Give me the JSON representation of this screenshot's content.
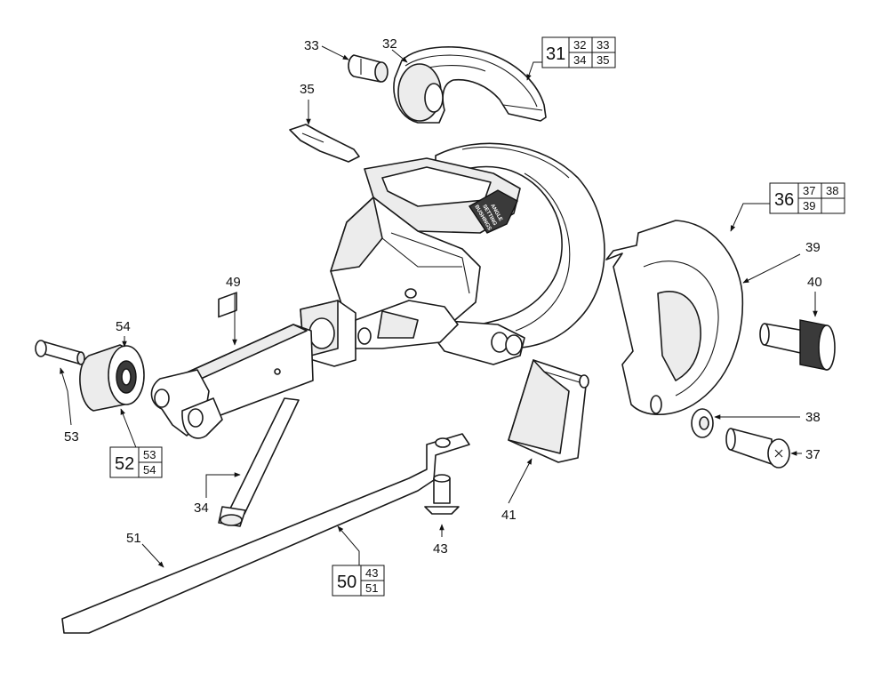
{
  "callouts": {
    "c32": "32",
    "c33": "33",
    "c35": "35",
    "c39": "39",
    "c40": "40",
    "c38": "38",
    "c37": "37",
    "c41": "41",
    "c43": "43",
    "c49": "49",
    "c54": "54",
    "c53": "53",
    "c34": "34",
    "c51": "51"
  },
  "kit_boxes": {
    "k31": {
      "main": "31",
      "sub": [
        "32",
        "33",
        "34",
        "35"
      ]
    },
    "k36": {
      "main": "36",
      "sub": [
        "37",
        "38",
        "39",
        ""
      ]
    },
    "k52": {
      "main": "52",
      "sub": [
        "53",
        "54"
      ]
    },
    "k50": {
      "main": "50",
      "sub": [
        "43",
        "51"
      ]
    }
  },
  "stamp_text": [
    "ANGLE",
    "SETTING",
    "BUSHINGS"
  ]
}
